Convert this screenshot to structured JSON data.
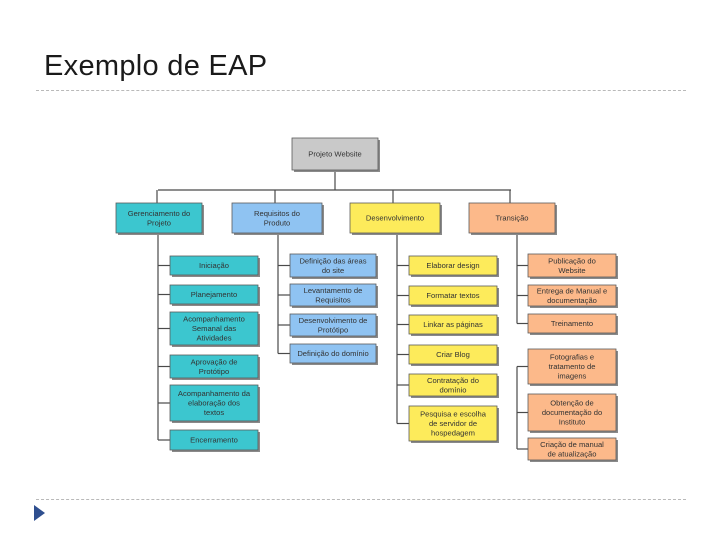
{
  "slide": {
    "title": "Exemplo de EAP"
  },
  "colors": {
    "root": "#c9c9c9",
    "gerenciamento": "#3cc6cf",
    "requisitos": "#8fc3f2",
    "desenvolvimento": "#fdeb5b",
    "transicao": "#fcb98a",
    "nav_arrow": "#2f4f8f"
  },
  "wbs": {
    "root": {
      "label": [
        "Projeto Website"
      ]
    },
    "branches": [
      {
        "id": "gerenciamento",
        "label": [
          "Gerenciamento do",
          "Projeto"
        ],
        "items": [
          {
            "label": [
              "Iniciação"
            ]
          },
          {
            "label": [
              "Planejamento"
            ]
          },
          {
            "label": [
              "Acompanhamento",
              "Semanal das",
              "Atividades"
            ]
          },
          {
            "label": [
              "Aprovação de",
              "Protótipo"
            ]
          },
          {
            "label": [
              "Acompanhamento da",
              "elaboração dos",
              "textos"
            ]
          },
          {
            "label": [
              "Encerramento"
            ]
          }
        ]
      },
      {
        "id": "requisitos",
        "label": [
          "Requisitos do",
          "Produto"
        ],
        "items": [
          {
            "label": [
              "Definição das áreas",
              "do site"
            ]
          },
          {
            "label": [
              "Levantamento de",
              "Requisitos"
            ]
          },
          {
            "label": [
              "Desenvolvimento de",
              "Protótipo"
            ]
          },
          {
            "label": [
              "Definição do domínio"
            ]
          }
        ]
      },
      {
        "id": "desenvolvimento",
        "label": [
          "Desenvolvimento"
        ],
        "items": [
          {
            "label": [
              "Elaborar design"
            ]
          },
          {
            "label": [
              "Formatar textos"
            ]
          },
          {
            "label": [
              "Linkar as páginas"
            ]
          },
          {
            "label": [
              "Criar Blog"
            ]
          },
          {
            "label": [
              "Contratação do",
              "domínio"
            ]
          },
          {
            "label": [
              "Pesquisa e escolha",
              "de servidor de",
              "hospedagem"
            ]
          }
        ]
      },
      {
        "id": "transicao",
        "label": [
          "Transição"
        ],
        "items": [
          {
            "label": [
              "Publicação do",
              "Website"
            ]
          },
          {
            "label": [
              "Entrega de Manual e",
              "documentação"
            ]
          },
          {
            "label": [
              "Treinamento"
            ]
          },
          {
            "label": [
              "Fotografias e",
              "tratamento de",
              "imagens"
            ]
          },
          {
            "label": [
              "Obtenção de",
              "documentação do",
              "Instituto"
            ]
          },
          {
            "label": [
              "Criação de manual",
              "de atualização"
            ]
          }
        ]
      }
    ]
  }
}
